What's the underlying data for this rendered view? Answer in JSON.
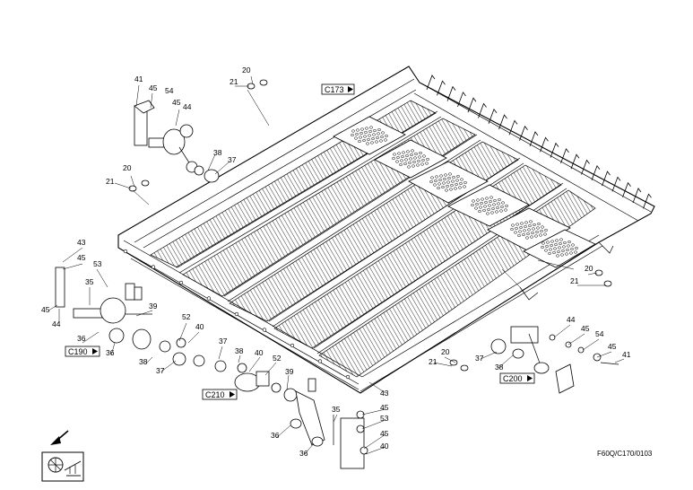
{
  "callouts": {
    "c41_tl": "41",
    "c45_tl": "45",
    "c54_tl": "54",
    "c45b_tl": "45",
    "c44_tl": "44",
    "c20_top": "20",
    "c21_top": "21",
    "c38_tl": "38",
    "c37_tl": "37",
    "c20_l": "20",
    "c21_l": "21",
    "c43_l": "43",
    "c45_l": "45",
    "c53_l": "53",
    "c35_l": "35",
    "c45_ll": "45",
    "c44_ll": "44",
    "c39_l": "39",
    "c52_l": "52",
    "c40_l": "40",
    "c36_l": "36",
    "c36_lb": "36",
    "c38_l": "38",
    "c37_l": "37",
    "c37_m": "37",
    "c38_m": "38",
    "c40_m": "40",
    "c52_m": "52",
    "c39_m": "39",
    "c43_b": "43",
    "c35_b": "35",
    "c45_b": "45",
    "c53_b": "53",
    "c45_bb": "45",
    "c40_b": "40",
    "c36_b": "36",
    "c36_bb": "36",
    "c20_br": "20",
    "c21_br": "21",
    "c20_r": "20",
    "c21_r": "21",
    "c37_r": "37",
    "c38_r": "38",
    "c44_r": "44",
    "c45_r": "45",
    "c54_r": "54",
    "c45b_r": "45",
    "c41_r": "41"
  },
  "refs": {
    "c173": "C173",
    "c190": "C190",
    "c210": "C210",
    "c200": "C200"
  },
  "drawing_code": "F60Q/C170/0103",
  "icons": {
    "direction_arrow": "arrow-down-left-icon",
    "machine_symbol": "machine-symbol-icon"
  }
}
